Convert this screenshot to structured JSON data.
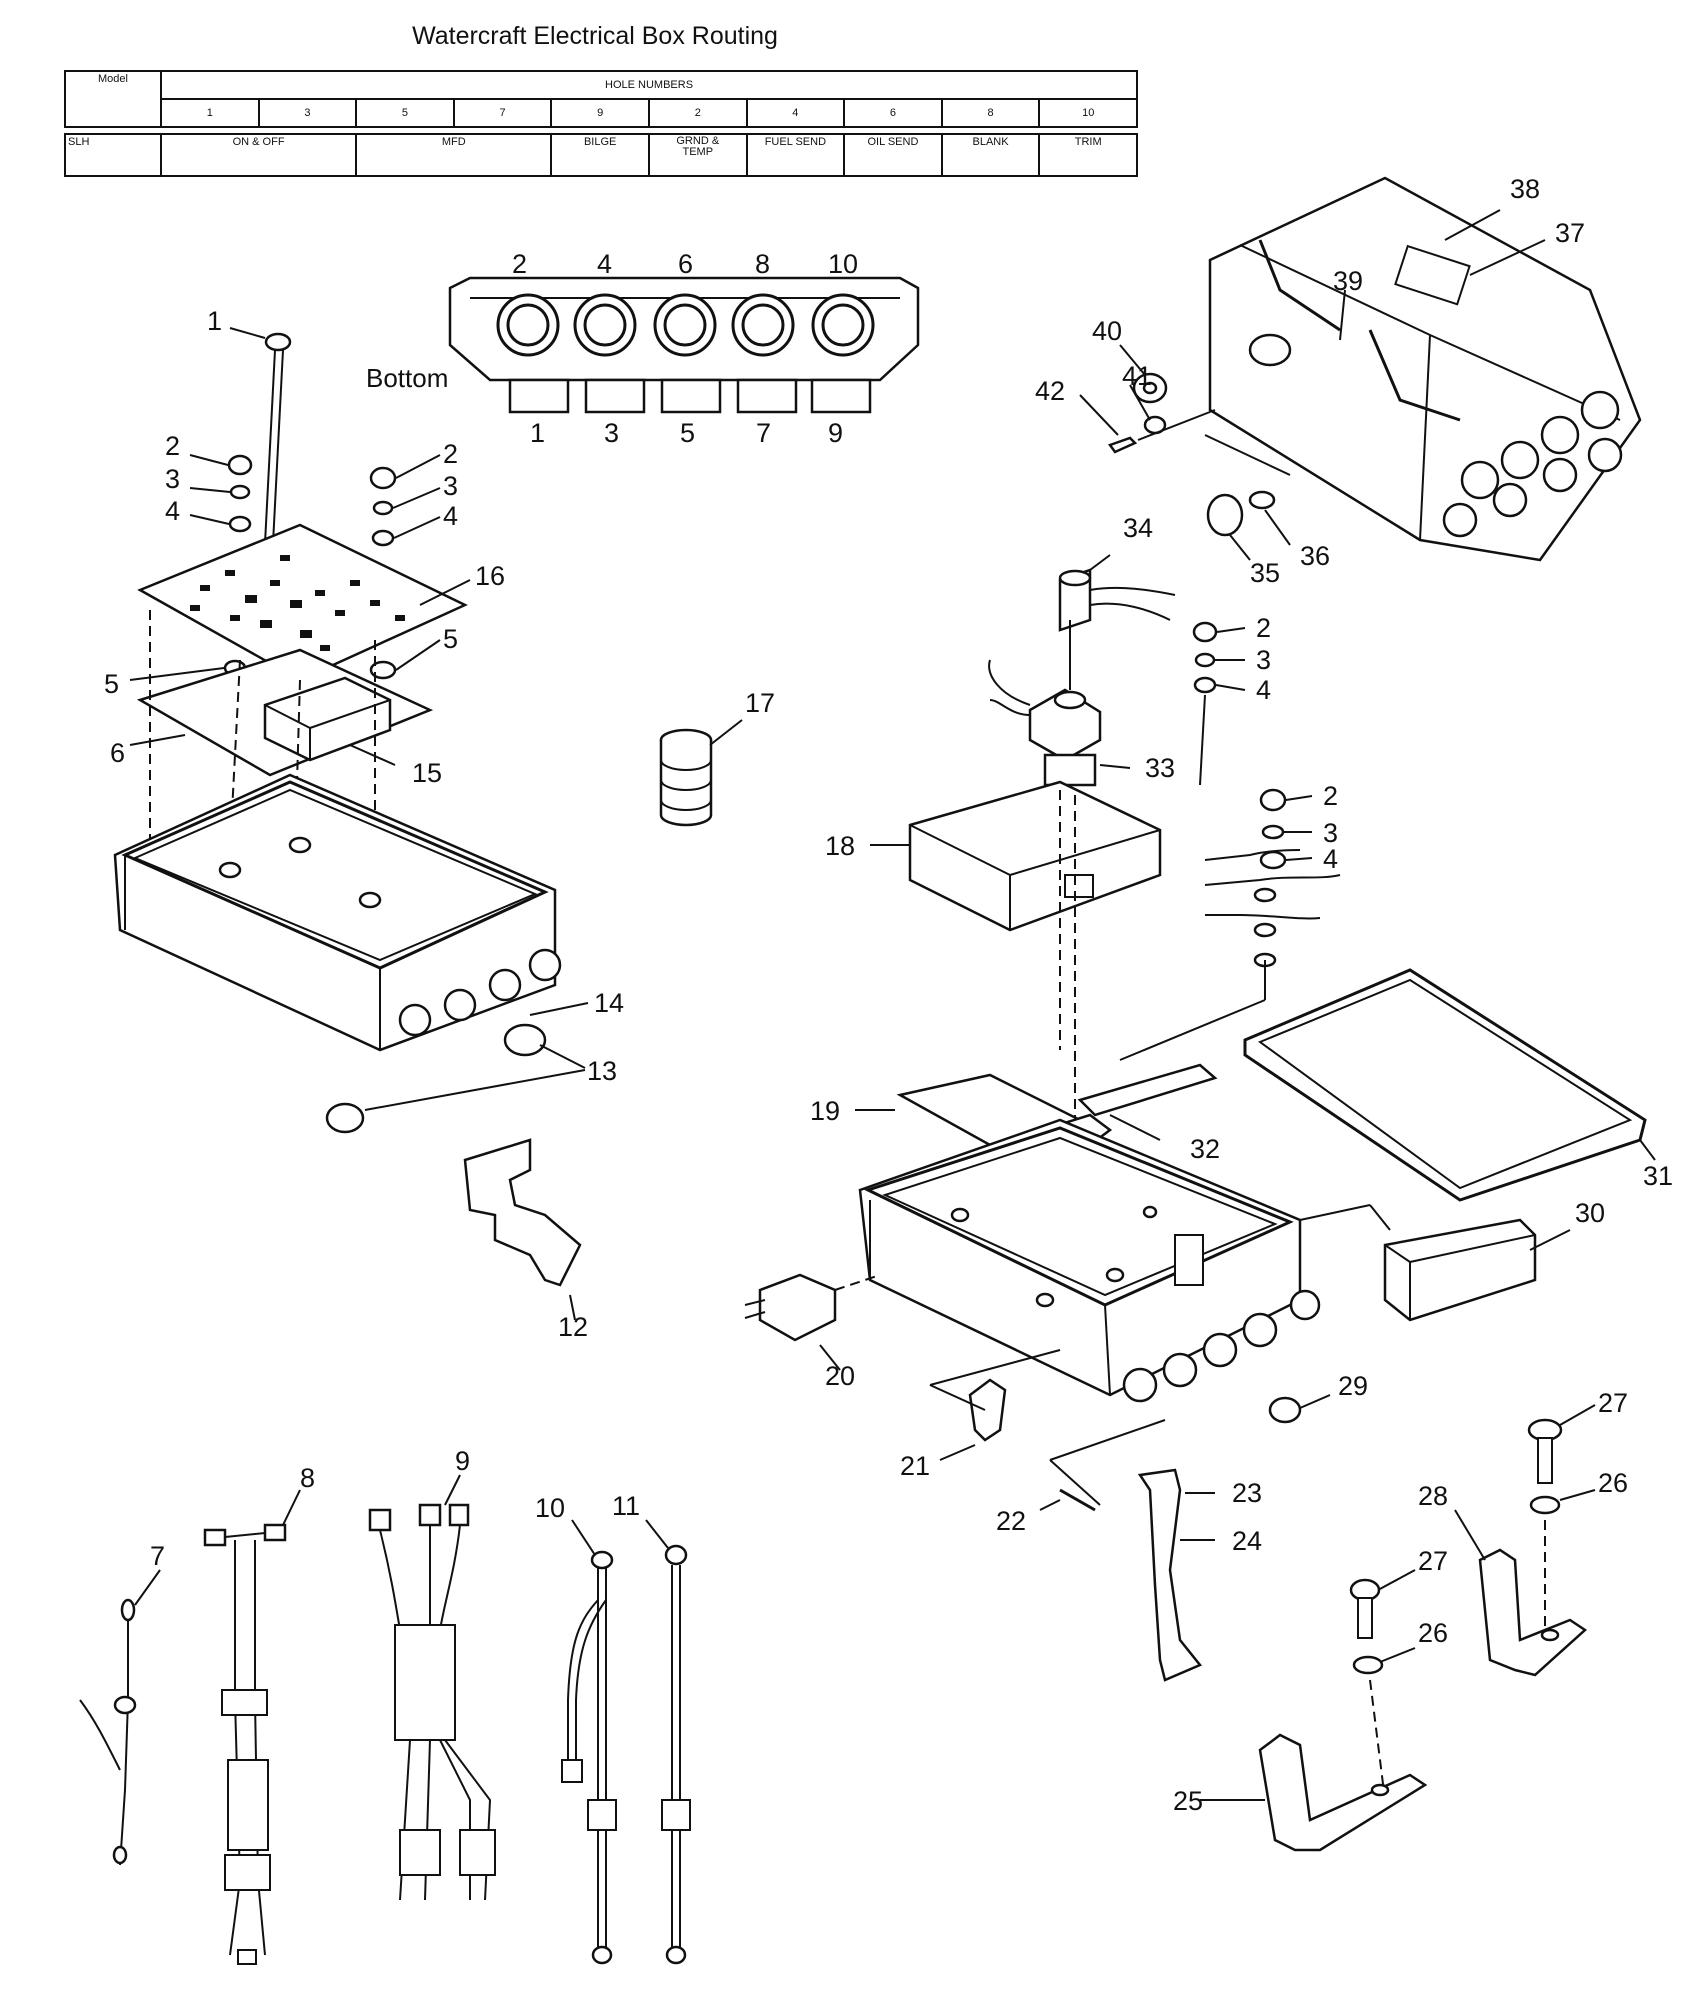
{
  "title": "Watercraft Electrical Box Routing",
  "table": {
    "model_header": "Model",
    "hole_numbers_header": "HOLE NUMBERS",
    "hole_numbers": [
      "1",
      "3",
      "5",
      "7",
      "9",
      "2",
      "4",
      "6",
      "8",
      "10"
    ],
    "row_model": "SLH",
    "row_cells": [
      "ON & OFF",
      "MFD",
      "BILGE",
      "GRND &\nTEMP",
      "FUEL SEND",
      "OIL SEND",
      "BLANK",
      "TRIM"
    ]
  },
  "bottom_view": {
    "label": "Bottom",
    "top_holes": [
      "2",
      "4",
      "6",
      "8",
      "10"
    ],
    "bottom_holes": [
      "1",
      "3",
      "5",
      "7",
      "9"
    ]
  },
  "callouts": {
    "c1": "1",
    "c2a": "2",
    "c3a": "3",
    "c4a": "4",
    "c2b": "2",
    "c3b": "3",
    "c4b": "4",
    "c16": "16",
    "c5a": "5",
    "c5b": "5",
    "c6": "6",
    "c15": "15",
    "c14": "14",
    "c13": "13",
    "c12": "12",
    "c17": "17",
    "c34": "34",
    "c2c": "2",
    "c3c": "3",
    "c4c": "4",
    "c33": "33",
    "c18": "18",
    "c2d": "2",
    "c3d": "3",
    "c4d": "4",
    "c38": "38",
    "c37": "37",
    "c39": "39",
    "c40": "40",
    "c41": "41",
    "c42": "42",
    "c35": "35",
    "c36": "36",
    "c31": "31",
    "c32": "32",
    "c19": "19",
    "c30": "30",
    "c20": "20",
    "c29": "29",
    "c21": "21",
    "c22": "22",
    "c27a": "27",
    "c26a": "26",
    "c23": "23",
    "c24": "24",
    "c28": "28",
    "c27b": "27",
    "c26b": "26",
    "c25": "25",
    "c7": "7",
    "c8": "8",
    "c9": "9",
    "c10": "10",
    "c11": "11"
  }
}
